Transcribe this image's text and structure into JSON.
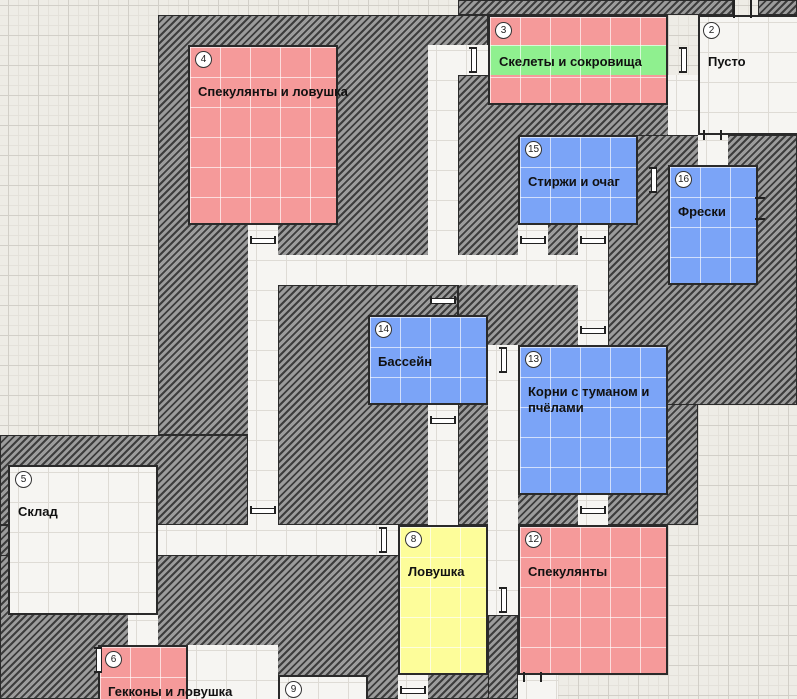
{
  "map": {
    "rooms": [
      {
        "num": "2",
        "label": "Пусто"
      },
      {
        "num": "3",
        "label": "Скелеты и сокровища"
      },
      {
        "num": "4",
        "label": "Спекулянты и ловушка"
      },
      {
        "num": "5",
        "label": "Склад"
      },
      {
        "num": "6",
        "label": "Гекконы и ловушка"
      },
      {
        "num": "8",
        "label": "Ловушка"
      },
      {
        "num": "9",
        "label": ""
      },
      {
        "num": "12",
        "label": "Спекулянты"
      },
      {
        "num": "13",
        "label": "Корни с туманом и пчёлами"
      },
      {
        "num": "14",
        "label": "Бассейн"
      },
      {
        "num": "15",
        "label": "Стиржи и очаг"
      },
      {
        "num": "16",
        "label": "Фрески"
      }
    ],
    "colors": {
      "red": "#f59a9a",
      "yellow": "#fdfd9a",
      "blue": "#7ba4f7",
      "green": "#8ff08f",
      "wall": "#3d3d3d",
      "floor": "#f6f5f2"
    }
  }
}
